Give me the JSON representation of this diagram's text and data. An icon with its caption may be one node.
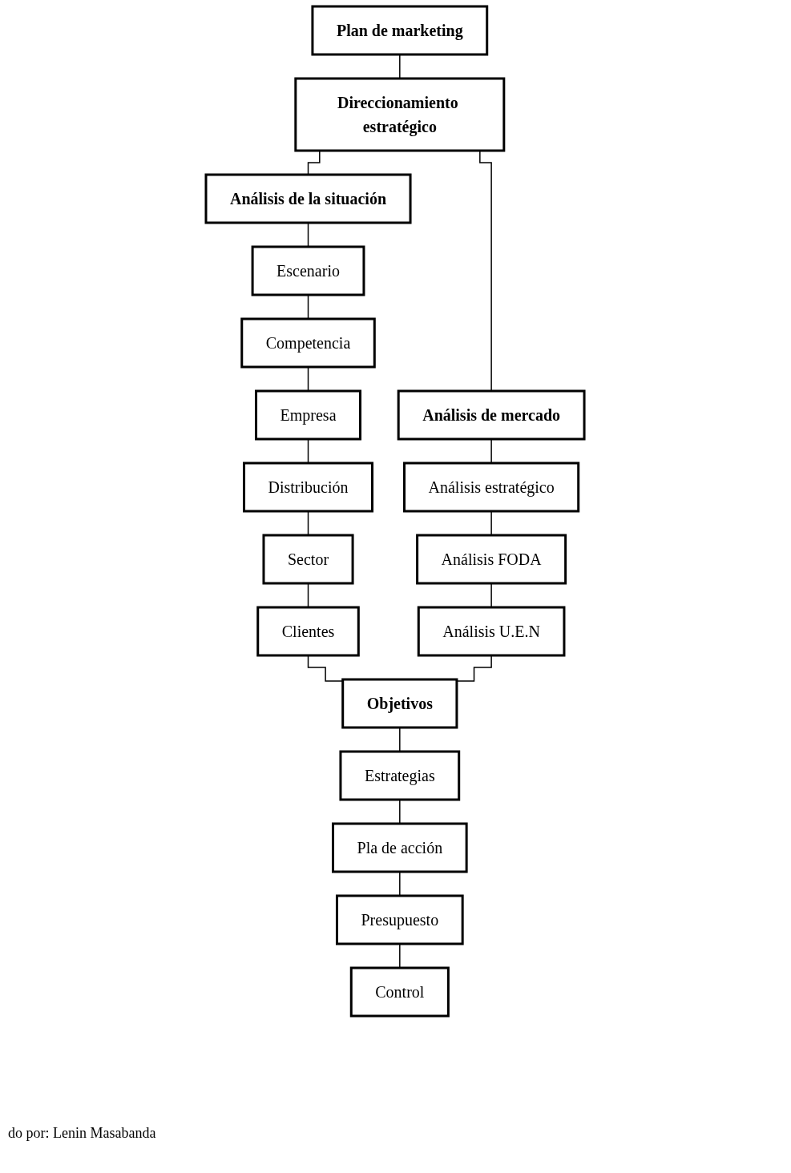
{
  "diagram": {
    "nodes": [
      {
        "text": [
          "Plan de marketing"
        ]
      },
      {
        "text": [
          "Direccionamiento estratégico"
        ]
      },
      {
        "text": [
          "Análisis de la situación"
        ]
      },
      {
        "text": [
          "Escenario"
        ]
      },
      {
        "text": [
          "Competencia"
        ]
      },
      {
        "text": [
          "Empresa"
        ]
      },
      {
        "text": [
          "Distribución"
        ]
      },
      {
        "text": [
          "Sector"
        ]
      },
      {
        "text": [
          "Clientes"
        ]
      },
      {
        "text": [
          "Análisis de mercado"
        ]
      },
      {
        "text": [
          "Análisis estratégico"
        ]
      },
      {
        "text": [
          "Análisis FODA"
        ]
      },
      {
        "text": [
          "Análisis U.E.N"
        ]
      },
      {
        "text": [
          "Objetivos"
        ]
      },
      {
        "text": [
          "Estrategias"
        ]
      },
      {
        "text": [
          "Pla de acción"
        ]
      },
      {
        "text": [
          "Presupuesto"
        ]
      },
      {
        "text": [
          "Control"
        ]
      }
    ],
    "edges": [
      {
        "from": 0,
        "to": 1,
        "arrow": "none"
      },
      {
        "from": 1,
        "to": 2,
        "arrow": "none"
      },
      {
        "from": 1,
        "to": 9,
        "arrow": "none"
      },
      {
        "from": 2,
        "to": 3,
        "arrow": "none"
      },
      {
        "from": 3,
        "to": 4,
        "arrow": "none"
      },
      {
        "from": 4,
        "to": 5,
        "arrow": "none"
      },
      {
        "from": 5,
        "to": 6,
        "arrow": "none"
      },
      {
        "from": 6,
        "to": 7,
        "arrow": "none"
      },
      {
        "from": 7,
        "to": 8,
        "arrow": "none"
      },
      {
        "from": 9,
        "to": 10,
        "arrow": "none"
      },
      {
        "from": 10,
        "to": 11,
        "arrow": "none"
      },
      {
        "from": 11,
        "to": 12,
        "arrow": "none"
      },
      {
        "from": 8,
        "to": 13,
        "arrow": "none"
      },
      {
        "from": 12,
        "to": 13,
        "arrow": "none"
      },
      {
        "from": 13,
        "to": 14,
        "arrow": "none"
      },
      {
        "from": 14,
        "to": 15,
        "arrow": "none"
      },
      {
        "from": 15,
        "to": 16,
        "arrow": "none"
      },
      {
        "from": 16,
        "to": 17,
        "arrow": "none"
      }
    ],
    "labels": [
      "do por: Lenin Masabanda"
    ]
  }
}
